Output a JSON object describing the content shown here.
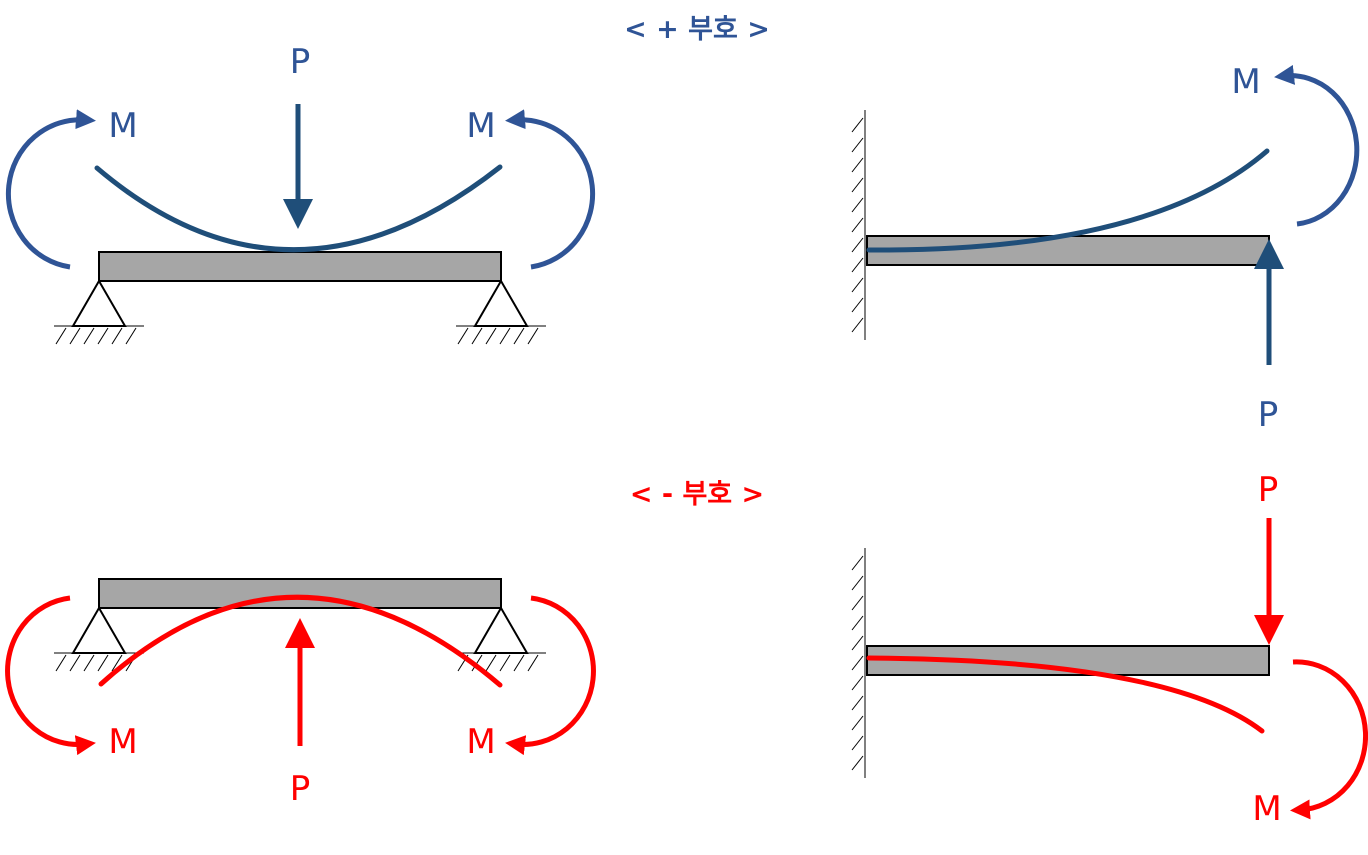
{
  "headers": {
    "positive": "< + 부호 >",
    "negative": "< - 부호 >"
  },
  "labels": {
    "load": "P",
    "moment": "M"
  },
  "colors": {
    "positive_text": "#2f5496",
    "positive_stroke": "#1f4e79",
    "negative": "#ff0000",
    "beam_fill": "#a6a6a6",
    "outline": "#000000"
  }
}
